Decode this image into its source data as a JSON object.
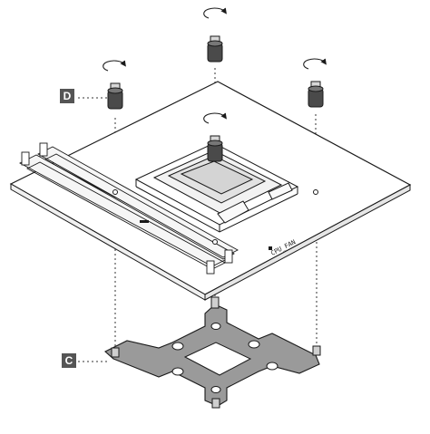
{
  "callouts": {
    "d": "D",
    "c": "C"
  },
  "board": {
    "print_label": "CPU_FAN"
  },
  "colors": {
    "line": "#1a1a1a",
    "plate": "#9a9a9a",
    "standoff_body": "#4a4a4a",
    "callout_bg": "#555555"
  },
  "icons": [
    "rotate-arrow-icon",
    "standoff-icon",
    "backplate-icon",
    "motherboard-icon"
  ]
}
